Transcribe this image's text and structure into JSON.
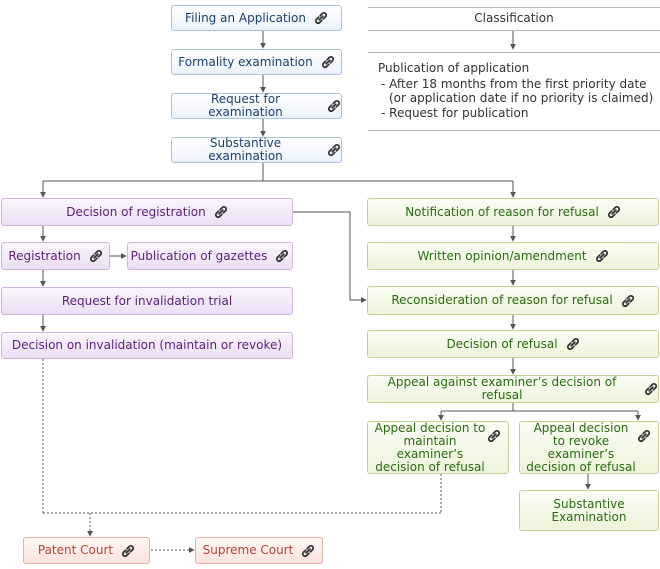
{
  "colors": {
    "blue_text": "#1d3f6e",
    "purple_text": "#5b1f7a",
    "green_text": "#2c6a12",
    "red_text": "#b2463b",
    "arrow": "#555555"
  },
  "link_icon": "link-icon",
  "steps": {
    "filing": "Filing an Application",
    "formality": "Formality examination",
    "request_exam": "Request for examination",
    "substantive": "Substantive examination"
  },
  "side_panel": {
    "classification": "Classification",
    "publication_title": "Publication of application",
    "publication_line1": "- After 18 months from the first priority date",
    "publication_line2": "(or application date if no priority is claimed)",
    "publication_line3": "- Request for publication"
  },
  "registration_branch": {
    "decision": "Decision of registration",
    "registration": "Registration",
    "gazette": "Publication of gazettes",
    "invalidation_request": "Request for invalidation trial",
    "invalidation_decision": "Decision on invalidation (maintain or revoke)"
  },
  "refusal_branch": {
    "notification": "Notification of reason for refusal",
    "opinion": "Written opinion/amendment",
    "reconsideration": "Reconsideration of reason for refusal",
    "decision": "Decision of refusal",
    "appeal": "Appeal against examiner’s decision of refusal",
    "maintain": "Appeal decision to maintain examiner’s decision of refusal",
    "revoke": "Appeal decision to revoke examiner’s decision of refusal",
    "substantive_exam": "Substantive Examination"
  },
  "courts": {
    "patent": "Patent Court",
    "supreme": "Supreme Court"
  }
}
